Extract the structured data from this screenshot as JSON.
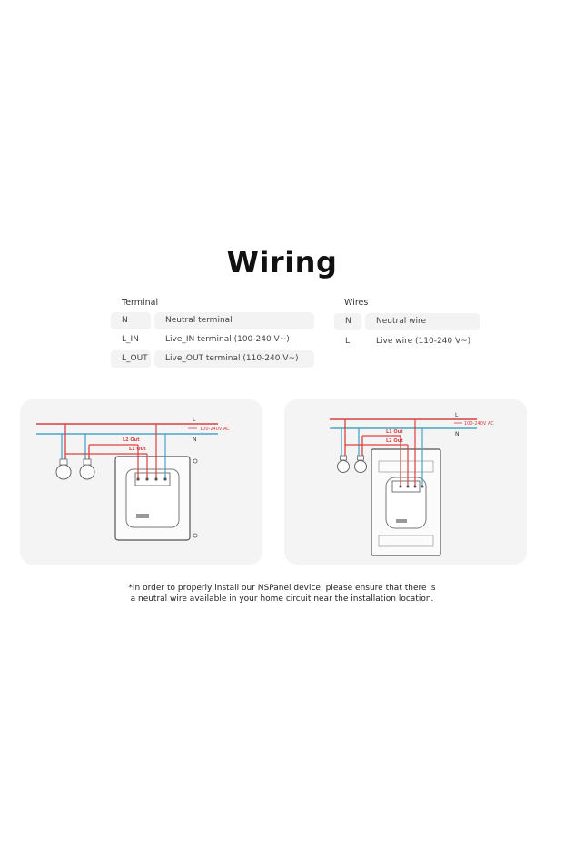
{
  "title": "Wiring",
  "terminal": {
    "heading": "Terminal",
    "rows": [
      {
        "key": "N",
        "desc": "Neutral terminal"
      },
      {
        "key": "L_IN",
        "desc": "Live_IN terminal (100-240 V~)"
      },
      {
        "key": "L_OUT",
        "desc": "Live_OUT  terminal (110-240 V~)"
      }
    ]
  },
  "wires": {
    "heading": "Wires",
    "rows": [
      {
        "key": "N",
        "desc": "Neutral wire"
      },
      {
        "key": "L",
        "desc": "Live wire (110-240 V~)"
      }
    ]
  },
  "diagram_left": {
    "line_l": "L",
    "line_n": "N",
    "voltage": "100-240V AC",
    "out2": "L2 Out",
    "out1": "L1 Out"
  },
  "diagram_right": {
    "line_l": "L",
    "line_n": "N",
    "voltage": "100-240V AC",
    "out1": "L1 Out",
    "out2": "L2 Out"
  },
  "footnote": {
    "line1": "*In order to properly install our NSPanel device, please ensure that there is",
    "line2": "a neutral wire available in your home circuit near the installation location."
  },
  "colors": {
    "live": "#d94040",
    "neutral": "#4aa3c8",
    "device": "#555555"
  }
}
